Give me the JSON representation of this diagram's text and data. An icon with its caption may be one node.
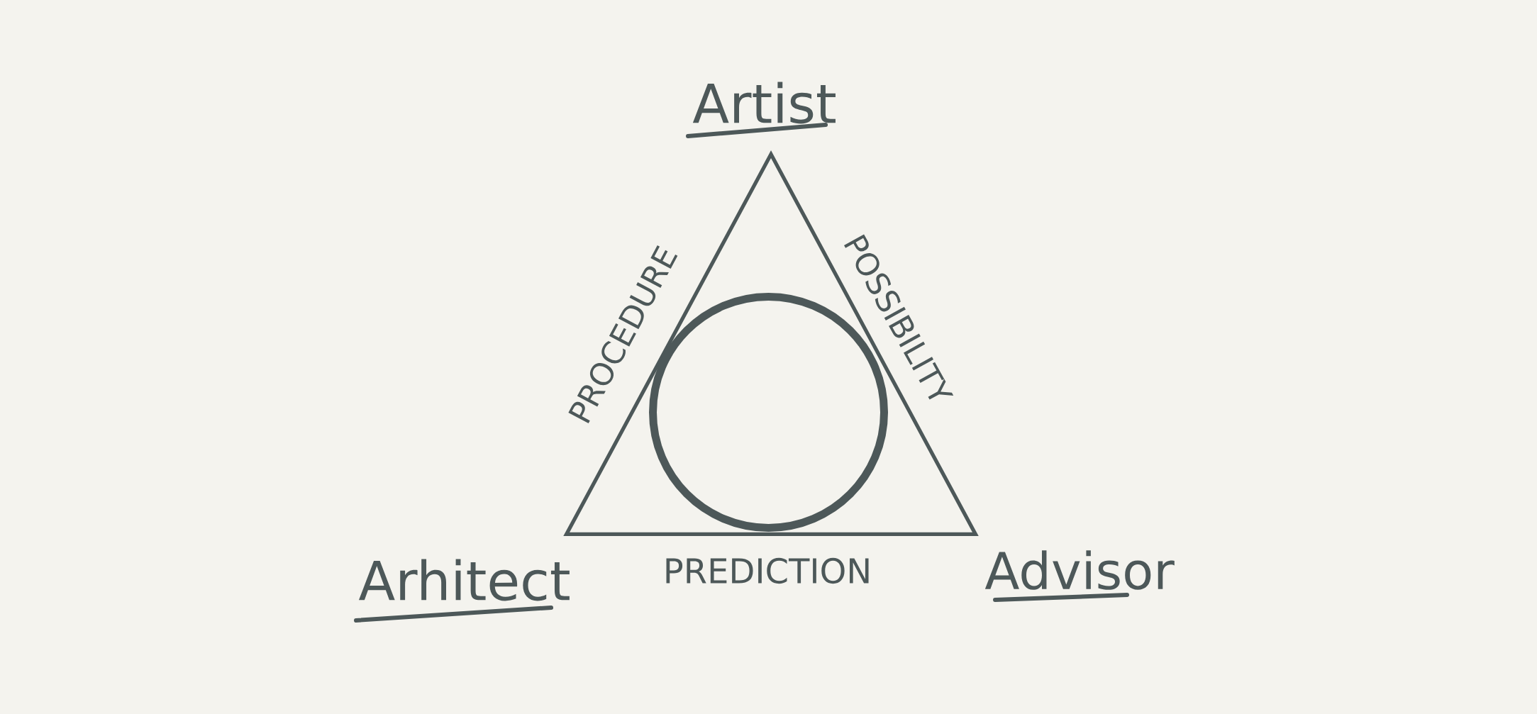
{
  "diagram": {
    "nodes": [
      {
        "text": [],
        "shape": "triangle"
      },
      {
        "text": [],
        "shape": "circle",
        "in": 0
      }
    ],
    "labels": [
      "Artist",
      "PROCEDURE",
      "POSSIBILITY",
      "Arhitect",
      "PREDICTION",
      "Advisor"
    ]
  }
}
